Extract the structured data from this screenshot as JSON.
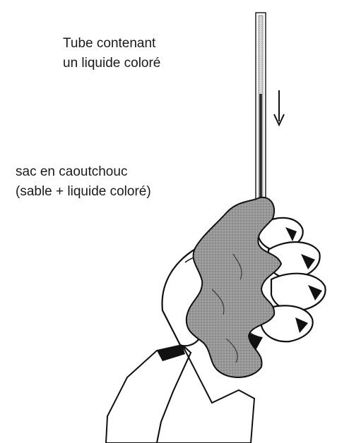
{
  "labels": {
    "tube": {
      "line1": "Tube contenant",
      "line2": "un liquide coloré"
    },
    "bag": {
      "line1": "sac en caoutchouc",
      "line2": "(sable + liquide coloré)"
    }
  },
  "icons": {
    "flow_arrow": "down-arrow-icon"
  },
  "colors": {
    "ink": "#111111",
    "bag_fill": "#8e8e8e",
    "tube_fill": "#cfcfcf",
    "liquid": "#2a2a2a"
  }
}
